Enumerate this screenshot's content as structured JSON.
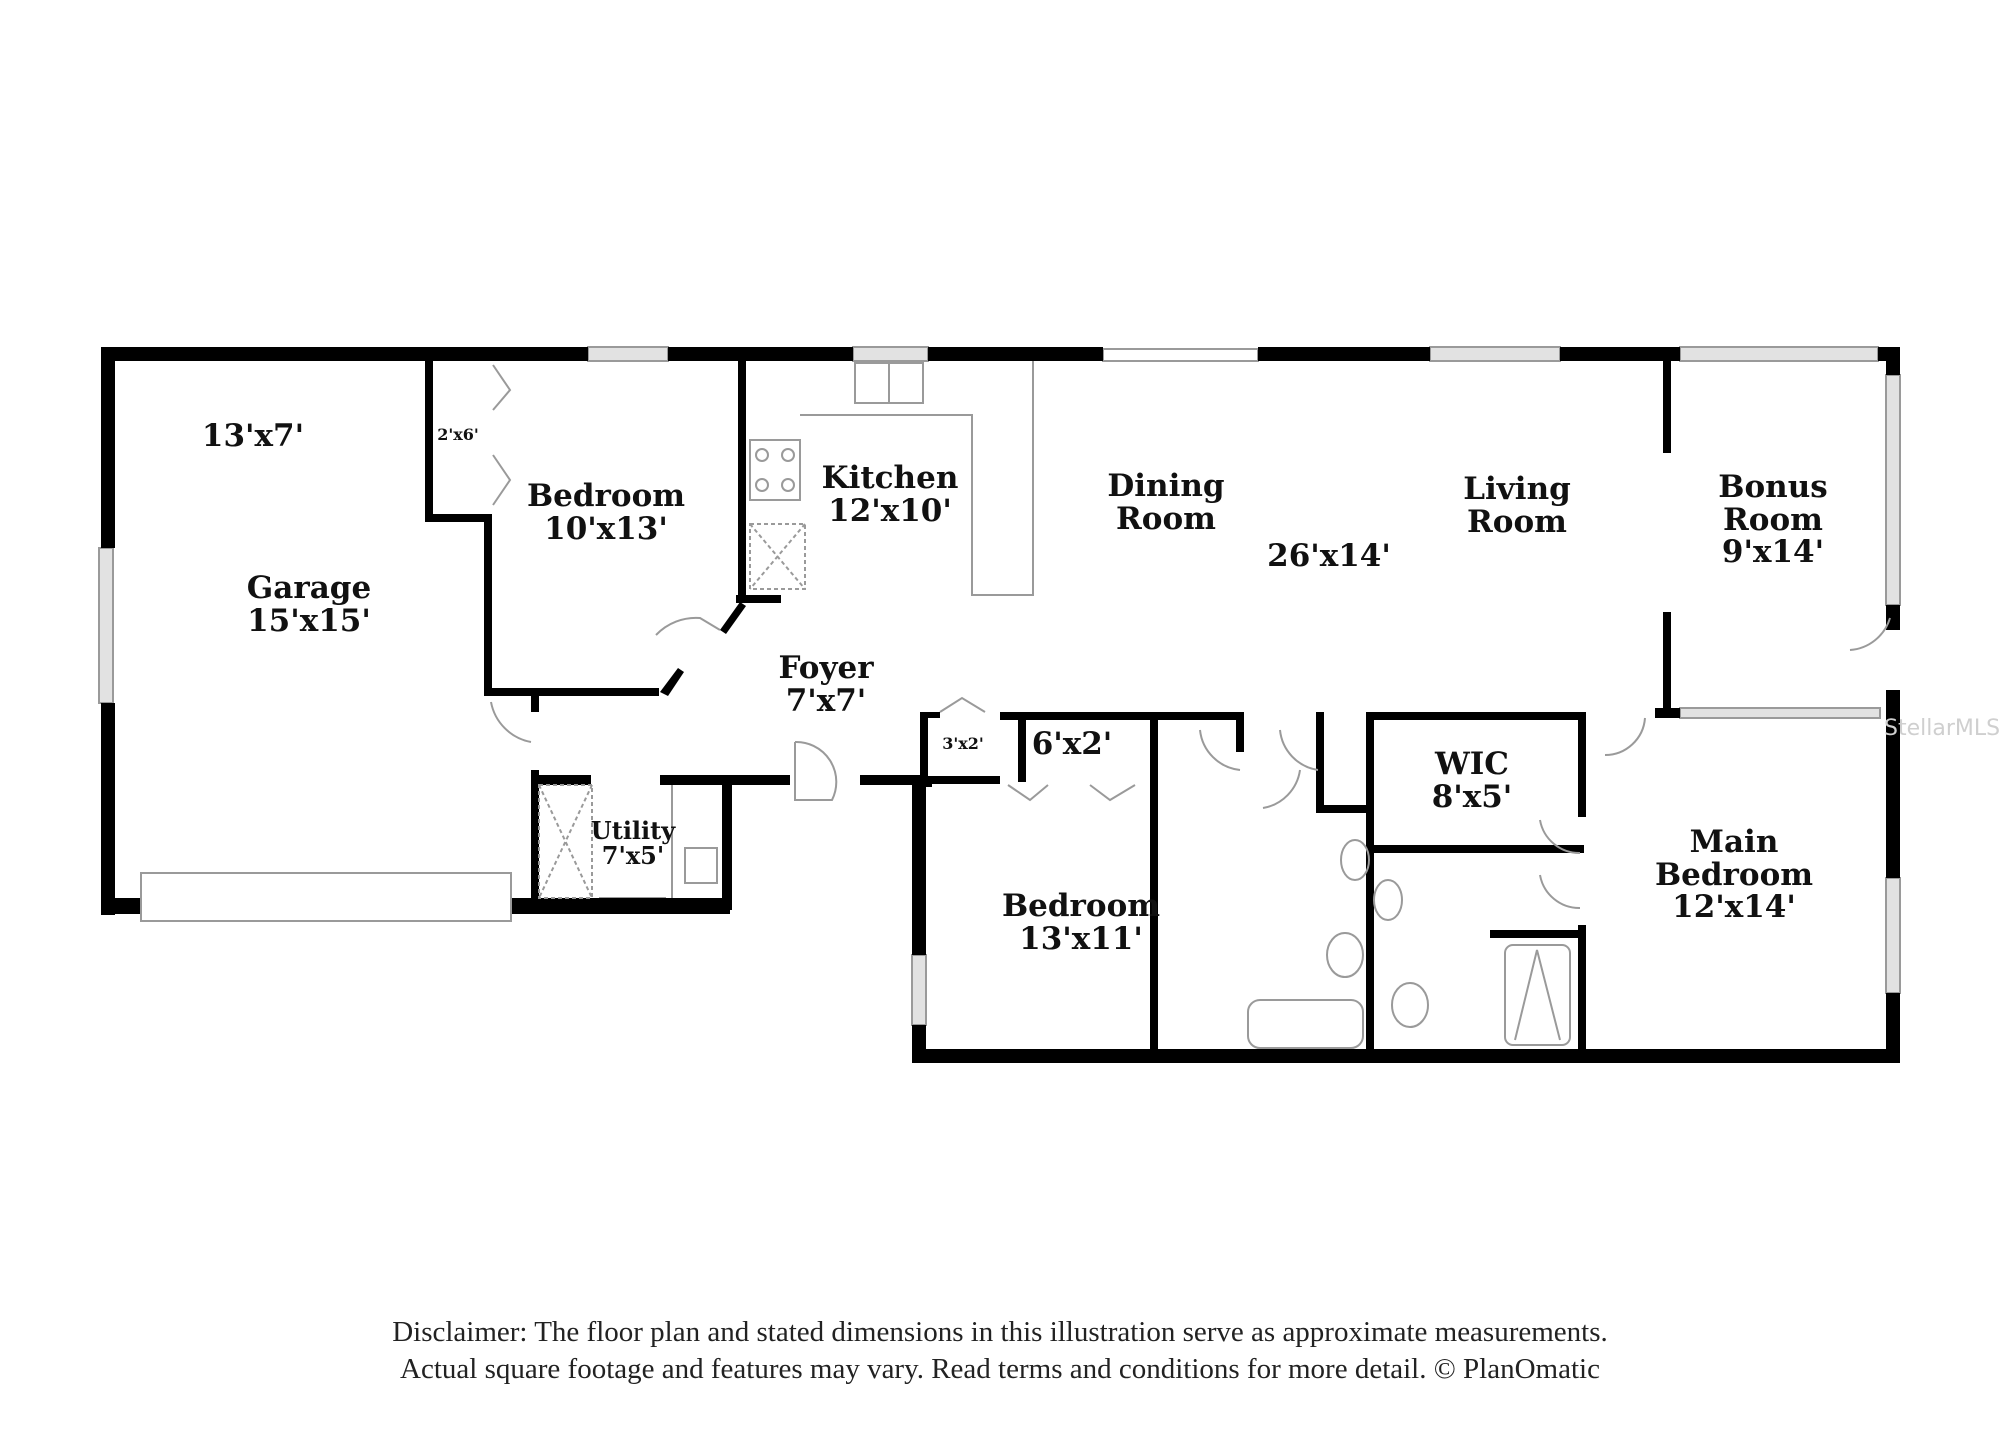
{
  "rooms": [
    {
      "id": "garage-extension",
      "name": "",
      "dims": "13'x7'"
    },
    {
      "id": "garage",
      "name": "Garage",
      "dims": "15'x15'"
    },
    {
      "id": "closet-bedroom2",
      "name": "",
      "dims": "2'x6'"
    },
    {
      "id": "bedroom-2",
      "name": "Bedroom",
      "dims": "10'x13'"
    },
    {
      "id": "kitchen",
      "name": "Kitchen",
      "dims": "12'x10'"
    },
    {
      "id": "dining-room",
      "name": "Dining Room",
      "dims": ""
    },
    {
      "id": "living-room",
      "name": "Living Room",
      "dims": ""
    },
    {
      "id": "dining-living-combined",
      "name": "",
      "dims": "26'x14'"
    },
    {
      "id": "bonus-room",
      "name": "Bonus Room",
      "dims": "9'x14'"
    },
    {
      "id": "foyer",
      "name": "Foyer",
      "dims": "7'x7'"
    },
    {
      "id": "utility",
      "name": "Utility",
      "dims": "7'x5'"
    },
    {
      "id": "hall-closet",
      "name": "",
      "dims": "3'x2'"
    },
    {
      "id": "closet-bedroom3",
      "name": "",
      "dims": "6'x2'"
    },
    {
      "id": "bedroom-3",
      "name": "Bedroom",
      "dims": "13'x11'"
    },
    {
      "id": "wic",
      "name": "WIC",
      "dims": "8'x5'"
    },
    {
      "id": "main-bedroom",
      "name": "Main Bedroom",
      "dims": "12'x14'"
    }
  ],
  "labels": {
    "garage_ext": "13'x7'",
    "garage_name": "Garage",
    "garage_dims": "15'x15'",
    "closet1": "2'x6'",
    "bed2_name": "Bedroom",
    "bed2_dims": "10'x13'",
    "kitchen_name": "Kitchen",
    "kitchen_dims": "12'x10'",
    "dining_l1": "Dining",
    "dining_l2": "Room",
    "living_l1": "Living",
    "living_l2": "Room",
    "dl_dims": "26'x14'",
    "bonus_l1": "Bonus",
    "bonus_l2": "Room",
    "bonus_dims": "9'x14'",
    "foyer_name": "Foyer",
    "foyer_dims": "7'x7'",
    "utility_name": "Utility",
    "utility_dims": "7'x5'",
    "hall_closet": "3'x2'",
    "closet2": "6'x2'",
    "bed3_name": "Bedroom",
    "bed3_dims": "13'x11'",
    "wic_name": "WIC",
    "wic_dims": "8'x5'",
    "main_l1": "Main",
    "main_l2": "Bedroom",
    "main_dims": "12'x14'"
  },
  "disclaimer": {
    "line1": "Disclaimer: The floor plan and stated dimensions in this illustration serve as approximate measurements.",
    "line2": "Actual square footage and features may vary. Read terms and conditions for more detail. © PlanOmatic"
  },
  "watermark": "StellarMLS",
  "colors": {
    "wall": "#000000",
    "fixture": "#9a9a9a",
    "window": "#d6d6d6",
    "background": "#ffffff"
  }
}
